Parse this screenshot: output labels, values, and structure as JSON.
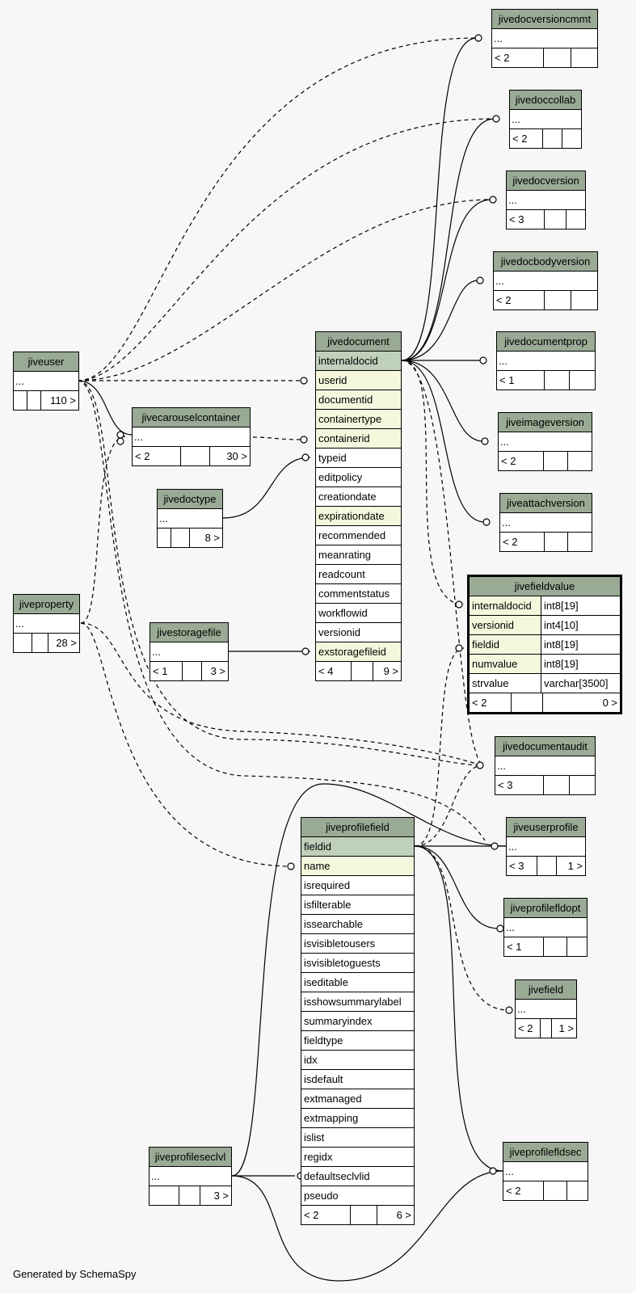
{
  "footer": "Generated by SchemaSpy",
  "tables": {
    "jivedocversioncmmt": {
      "name": "jivedocversioncmmt",
      "rows": [
        "..."
      ],
      "footer": [
        "< 2",
        "",
        ""
      ]
    },
    "jivedoccollab": {
      "name": "jivedoccollab",
      "rows": [
        "..."
      ],
      "footer": [
        "< 2",
        "",
        ""
      ]
    },
    "jivedocversion": {
      "name": "jivedocversion",
      "rows": [
        "..."
      ],
      "footer": [
        "< 3",
        "",
        ""
      ]
    },
    "jivedocbodyversion": {
      "name": "jivedocbodyversion",
      "rows": [
        "..."
      ],
      "footer": [
        "< 2",
        "",
        ""
      ]
    },
    "jivedocumentprop": {
      "name": "jivedocumentprop",
      "rows": [
        "..."
      ],
      "footer": [
        "< 1",
        "",
        ""
      ]
    },
    "jiveimageversion": {
      "name": "jiveimageversion",
      "rows": [
        "..."
      ],
      "footer": [
        "< 2",
        "",
        ""
      ]
    },
    "jiveattachversion": {
      "name": "jiveattachversion",
      "rows": [
        "..."
      ],
      "footer": [
        "< 2",
        "",
        ""
      ]
    },
    "jiveuser": {
      "name": "jiveuser",
      "rows": [
        "..."
      ],
      "footer": [
        "",
        "",
        "110 >"
      ]
    },
    "jivecarouselcontainer": {
      "name": "jivecarouselcontainer",
      "rows": [
        "..."
      ],
      "footer": [
        "< 2",
        "",
        "30 >"
      ]
    },
    "jivedoctype": {
      "name": "jivedoctype",
      "rows": [
        "..."
      ],
      "footer": [
        "",
        "",
        "8 >"
      ]
    },
    "jiveproperty": {
      "name": "jiveproperty",
      "rows": [
        "..."
      ],
      "footer": [
        "",
        "",
        "28 >"
      ]
    },
    "jivestoragefile": {
      "name": "jivestoragefile",
      "rows": [
        "..."
      ],
      "footer": [
        "< 1",
        "",
        "3 >"
      ]
    },
    "jivedocument": {
      "name": "jivedocument",
      "rows": [
        "internaldocid",
        "userid",
        "documentid",
        "containertype",
        "containerid",
        "typeid",
        "editpolicy",
        "creationdate",
        "expirationdate",
        "recommended",
        "meanrating",
        "readcount",
        "commentstatus",
        "workflowid",
        "versionid",
        "exstoragefileid"
      ],
      "footer": [
        "< 4",
        "",
        "9 >"
      ]
    },
    "jivefieldvalue": {
      "name": "jivefieldvalue",
      "rows": [
        {
          "col": "internaldocid",
          "type": "int8[19]"
        },
        {
          "col": "versionid",
          "type": "int4[10]"
        },
        {
          "col": "fieldid",
          "type": "int8[19]"
        },
        {
          "col": "numvalue",
          "type": "int8[19]"
        },
        {
          "col": "strvalue",
          "type": "varchar[3500]"
        }
      ],
      "footer": [
        "< 2",
        "",
        "0 >"
      ]
    },
    "jivedocumentaudit": {
      "name": "jivedocumentaudit",
      "rows": [
        "..."
      ],
      "footer": [
        "< 3",
        "",
        ""
      ]
    },
    "jiveuserprofile": {
      "name": "jiveuserprofile",
      "rows": [
        "..."
      ],
      "footer": [
        "< 3",
        "",
        "1 >"
      ]
    },
    "jiveprofilefldopt": {
      "name": "jiveprofilefldopt",
      "rows": [
        "..."
      ],
      "footer": [
        "< 1",
        "",
        ""
      ]
    },
    "jivefield": {
      "name": "jivefield",
      "rows": [
        "..."
      ],
      "footer": [
        "< 2",
        "",
        "1 >"
      ]
    },
    "jiveprofilefield": {
      "name": "jiveprofilefield",
      "rows": [
        "fieldid",
        "name",
        "isrequired",
        "isfilterable",
        "issearchable",
        "isvisibletousers",
        "isvisibletoguests",
        "iseditable",
        "isshowsummarylabel",
        "summaryindex",
        "fieldtype",
        "idx",
        "isdefault",
        "extmanaged",
        "extmapping",
        "islist",
        "regidx",
        "defaultseclvlid",
        "pseudo"
      ],
      "footer": [
        "< 2",
        "",
        "6 >"
      ]
    },
    "jiveprofileseclvl": {
      "name": "jiveprofileseclvl",
      "rows": [
        "..."
      ],
      "footer": [
        "",
        "",
        "3 >"
      ]
    },
    "jiveprofilefldsec": {
      "name": "jiveprofilefldsec",
      "rows": [
        "..."
      ],
      "footer": [
        "< 2",
        "",
        ""
      ]
    }
  }
}
